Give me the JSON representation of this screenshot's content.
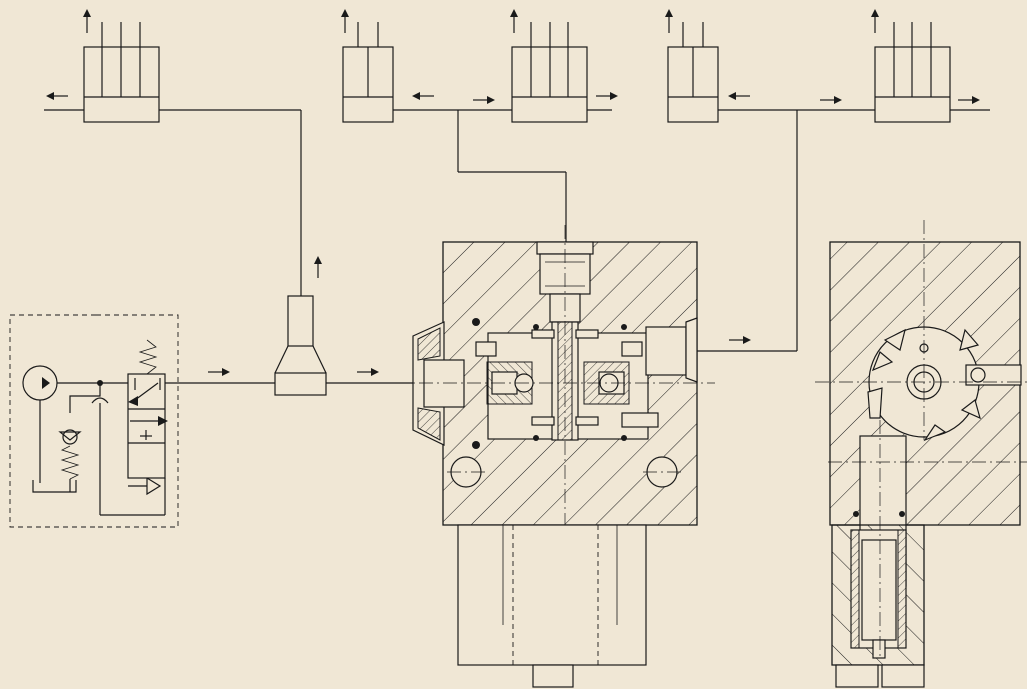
{
  "colors": {
    "background": "#f0e7d5",
    "line": "#1a1a1a"
  },
  "symbols": [
    "pump-symbol",
    "pressure-relief-valve-symbol",
    "directional-valve-symbol",
    "distributor-block-section",
    "rotary-valve-side-section",
    "lubrication-point-block"
  ],
  "flow_arrows": [
    "right",
    "right",
    "right",
    "right",
    "right",
    "right",
    "left",
    "left",
    "left",
    "up"
  ]
}
